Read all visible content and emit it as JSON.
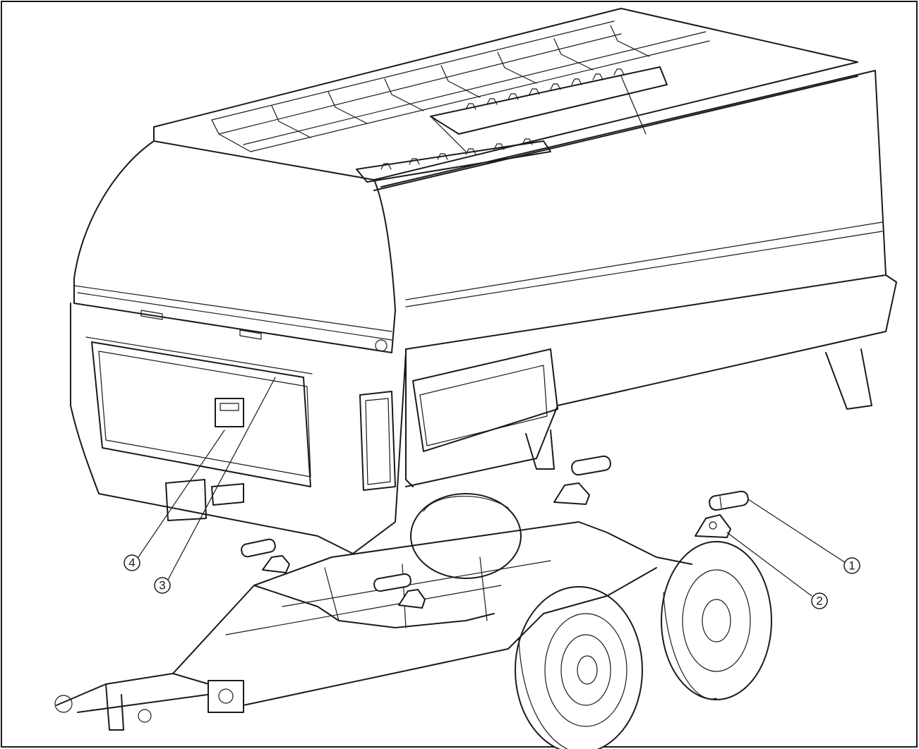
{
  "colors": {
    "line": "#1a1a1a",
    "background": "#ffffff"
  },
  "callouts": [
    {
      "number": "1"
    },
    {
      "number": "2"
    },
    {
      "number": "3"
    },
    {
      "number": "4"
    }
  ]
}
